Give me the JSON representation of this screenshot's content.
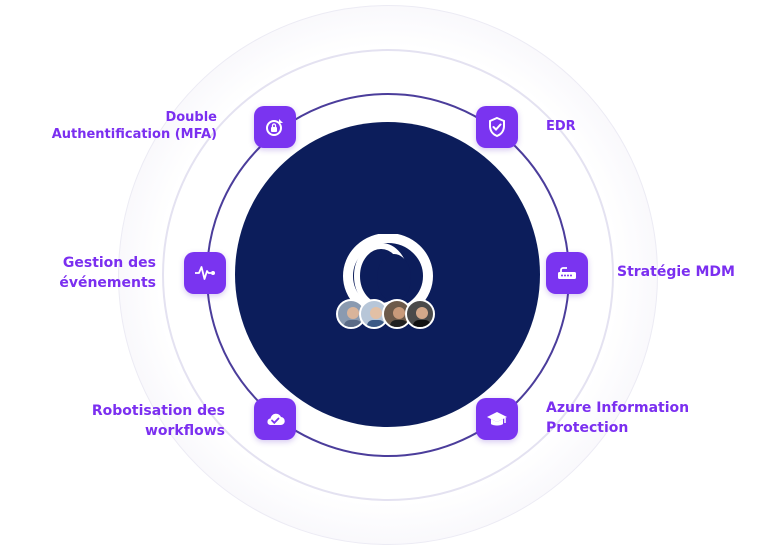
{
  "nodes": {
    "mfa": {
      "label": "Double\nAuthentification (MFA)",
      "icon": "lock-refresh-icon"
    },
    "edr": {
      "label": "EDR",
      "icon": "shield-check-icon"
    },
    "events": {
      "label": "Gestion des\névénements",
      "icon": "pulse-icon"
    },
    "mdm": {
      "label": "Stratégie MDM",
      "icon": "device-icon"
    },
    "workflows": {
      "label": "Robotisation des\nworkflows",
      "icon": "cloud-check-icon"
    },
    "aip": {
      "label": "Azure Information\nProtection",
      "icon": "graduation-cap-icon"
    }
  },
  "center": {
    "logo": "logo-icon",
    "team_avatars": [
      "avatar-1",
      "avatar-2",
      "avatar-3",
      "avatar-4"
    ]
  },
  "colors": {
    "accent": "#7a34f0",
    "core": "#0c1d5b",
    "ring": "#4b3d9b",
    "label": "#7b2ff0"
  }
}
